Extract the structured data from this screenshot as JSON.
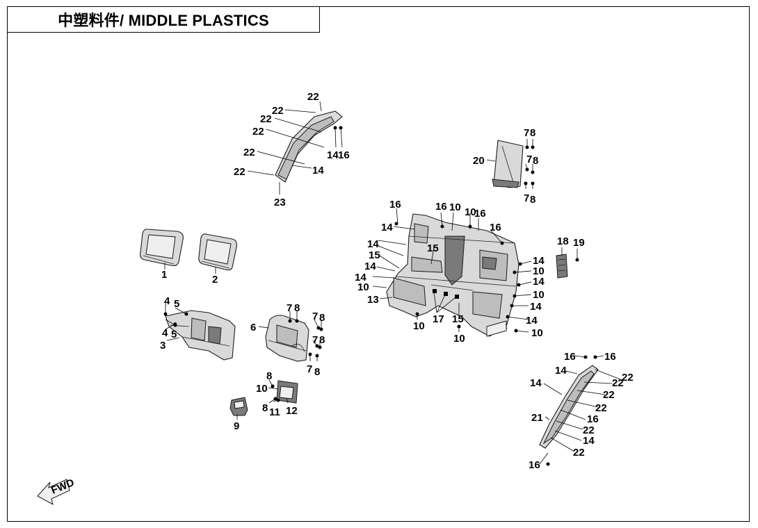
{
  "header": {
    "title": "中塑料件/ MIDDLE PLASTICS"
  },
  "labels": {
    "l1": "1",
    "l2": "2",
    "l3": "3",
    "l4a": "4",
    "l4b": "4",
    "l5a": "5",
    "l5b": "5",
    "l6": "6",
    "l7a": "7",
    "l8a": "8",
    "l7b": "7",
    "l8b": "8",
    "l7c": "7",
    "l8c": "8",
    "l7d": "7",
    "l8d": "8",
    "l8e": "8",
    "l10e": "10",
    "l8f": "8",
    "l11": "11",
    "l12": "12",
    "l9": "9",
    "l22a": "22",
    "l22b": "22",
    "l22c": "22",
    "l22d": "22",
    "l22e": "22",
    "l22f": "22",
    "l14a": "14",
    "l16a": "16",
    "l14b": "14",
    "l23": "23",
    "l7g": "7",
    "l8g": "8",
    "l7h": "7",
    "l8h": "8",
    "l7i": "7",
    "l8i": "8",
    "l20": "20",
    "l16c": "16",
    "l16d": "16",
    "l10c": "10",
    "l10d": "10",
    "l16e": "16",
    "l16f": "16",
    "l14c": "14",
    "l14d": "14",
    "l15a": "15",
    "l15b": "15",
    "l14e": "14",
    "l14f": "14",
    "l10f": "10",
    "l13": "13",
    "l10g": "10",
    "l17": "17",
    "l15c": "15",
    "l10h": "10",
    "l14g": "14",
    "l10i": "10",
    "l14h": "14",
    "l10j": "10",
    "l14i": "14",
    "l14j": "14",
    "l10k": "10",
    "l18": "18",
    "l19": "19",
    "l16g": "16",
    "l16h": "16",
    "l14k": "14",
    "l22g": "22",
    "l22h": "22",
    "l14l": "14",
    "l22i": "22",
    "l22j": "22",
    "l21": "21",
    "l16i": "16",
    "l22k": "22",
    "l14m": "14",
    "l22l": "22",
    "l16j": "16",
    "fwd": "FWD"
  }
}
